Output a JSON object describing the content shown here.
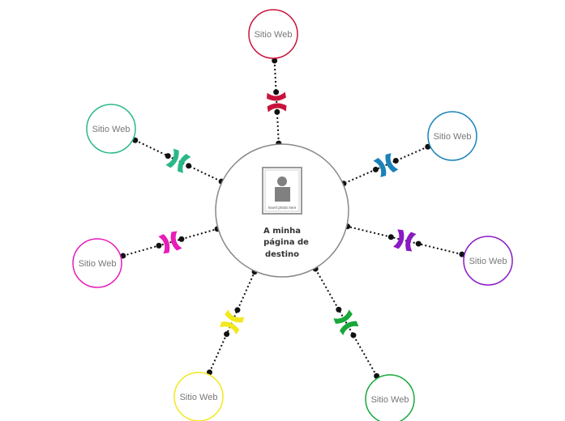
{
  "center": {
    "title_lines": [
      "A minha",
      "página de",
      "destino"
    ],
    "photo_caption": "Insert photo here",
    "border_color": "#888888"
  },
  "nodes": [
    {
      "label": "Sitio Web",
      "color": "#c8143c"
    },
    {
      "label": "Sitio Web",
      "color": "#1a82b8"
    },
    {
      "label": "Sitio Web",
      "color": "#8a1ac4"
    },
    {
      "label": "Sitio Web",
      "color": "#18a83a"
    },
    {
      "label": "Sitio Web",
      "color": "#f2e81e"
    },
    {
      "label": "Sitio Web",
      "color": "#e81cb8"
    },
    {
      "label": "Sitio Web",
      "color": "#2ab88a"
    }
  ]
}
